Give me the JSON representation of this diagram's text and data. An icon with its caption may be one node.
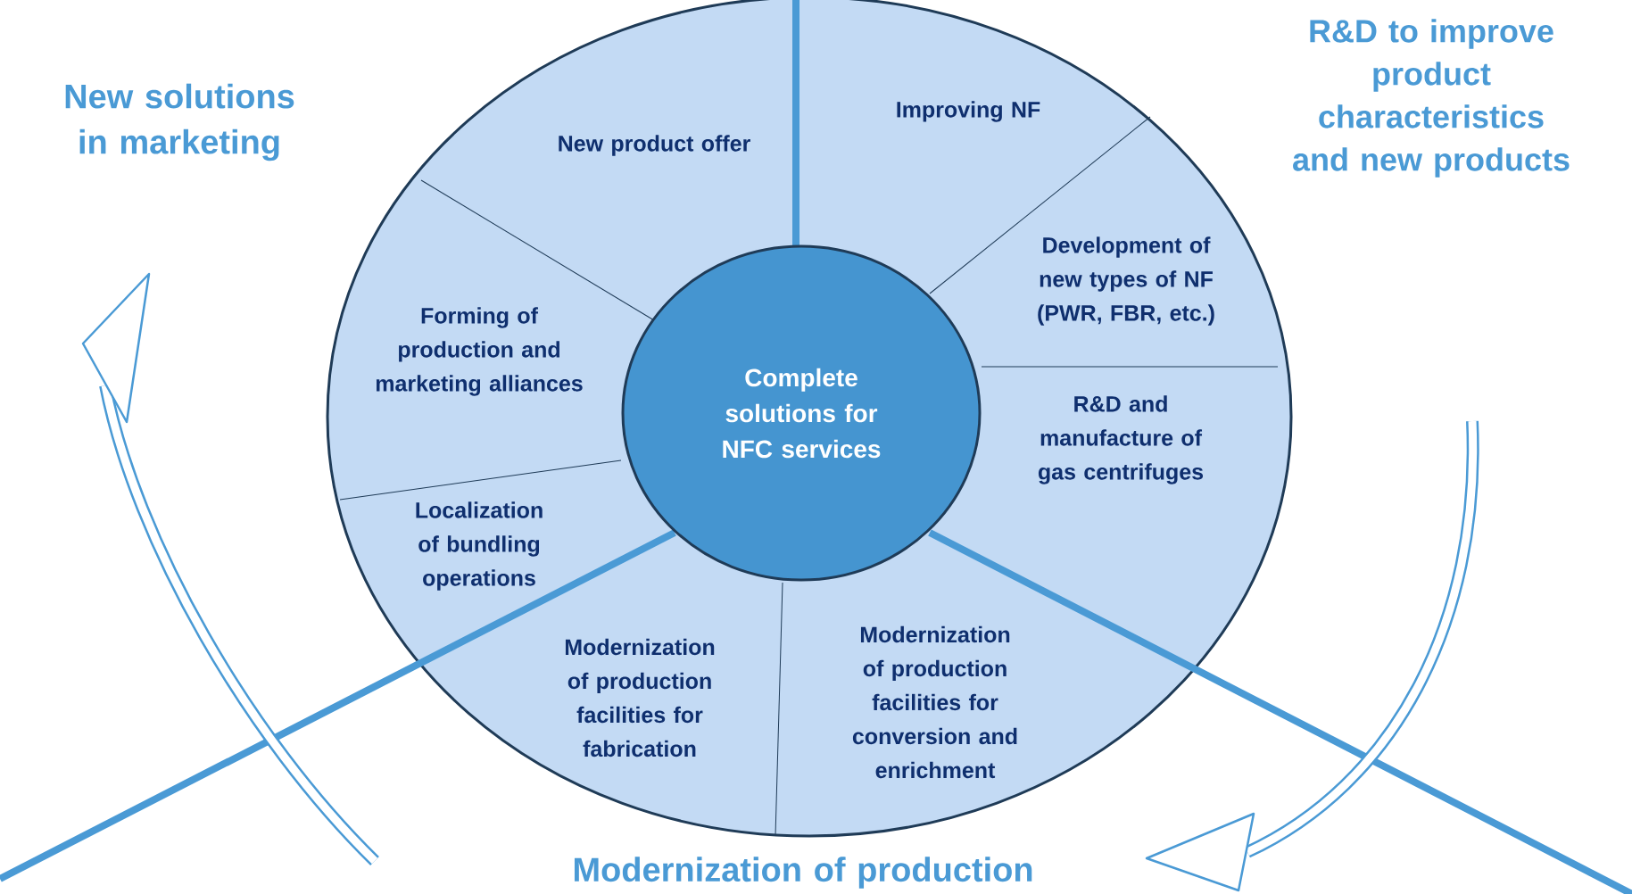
{
  "diagram": {
    "nodes": [
      {
        "text": [],
        "shape": "ellipse"
      },
      {
        "text": [
          "Complete solutions for NFC services"
        ],
        "in": 0
      },
      {
        "text": [
          "New product offer"
        ],
        "in": 0
      },
      {
        "text": [
          "Improving NF"
        ],
        "in": 0
      },
      {
        "text": [
          "Forming of production and marketing alliances"
        ],
        "in": 0
      },
      {
        "text": [
          "Development of new types of NF (PWR, FBR, etc.)"
        ],
        "in": 0
      },
      {
        "text": [
          "R&D and manufacture of gas centrifuges"
        ],
        "in": 0
      },
      {
        "text": [
          "Localization of bundling operations"
        ],
        "in": 0
      },
      {
        "text": [
          "Modernization of production facilities for fabrication"
        ],
        "in": 0
      },
      {
        "text": [
          "Modernization of production facilities for conversion and enrichment"
        ],
        "in": 0
      }
    ],
    "edges": [],
    "labels": [
      "New solutions in marketing",
      "R&D to improve product characteristics and new products",
      "Modernization of production"
    ]
  }
}
